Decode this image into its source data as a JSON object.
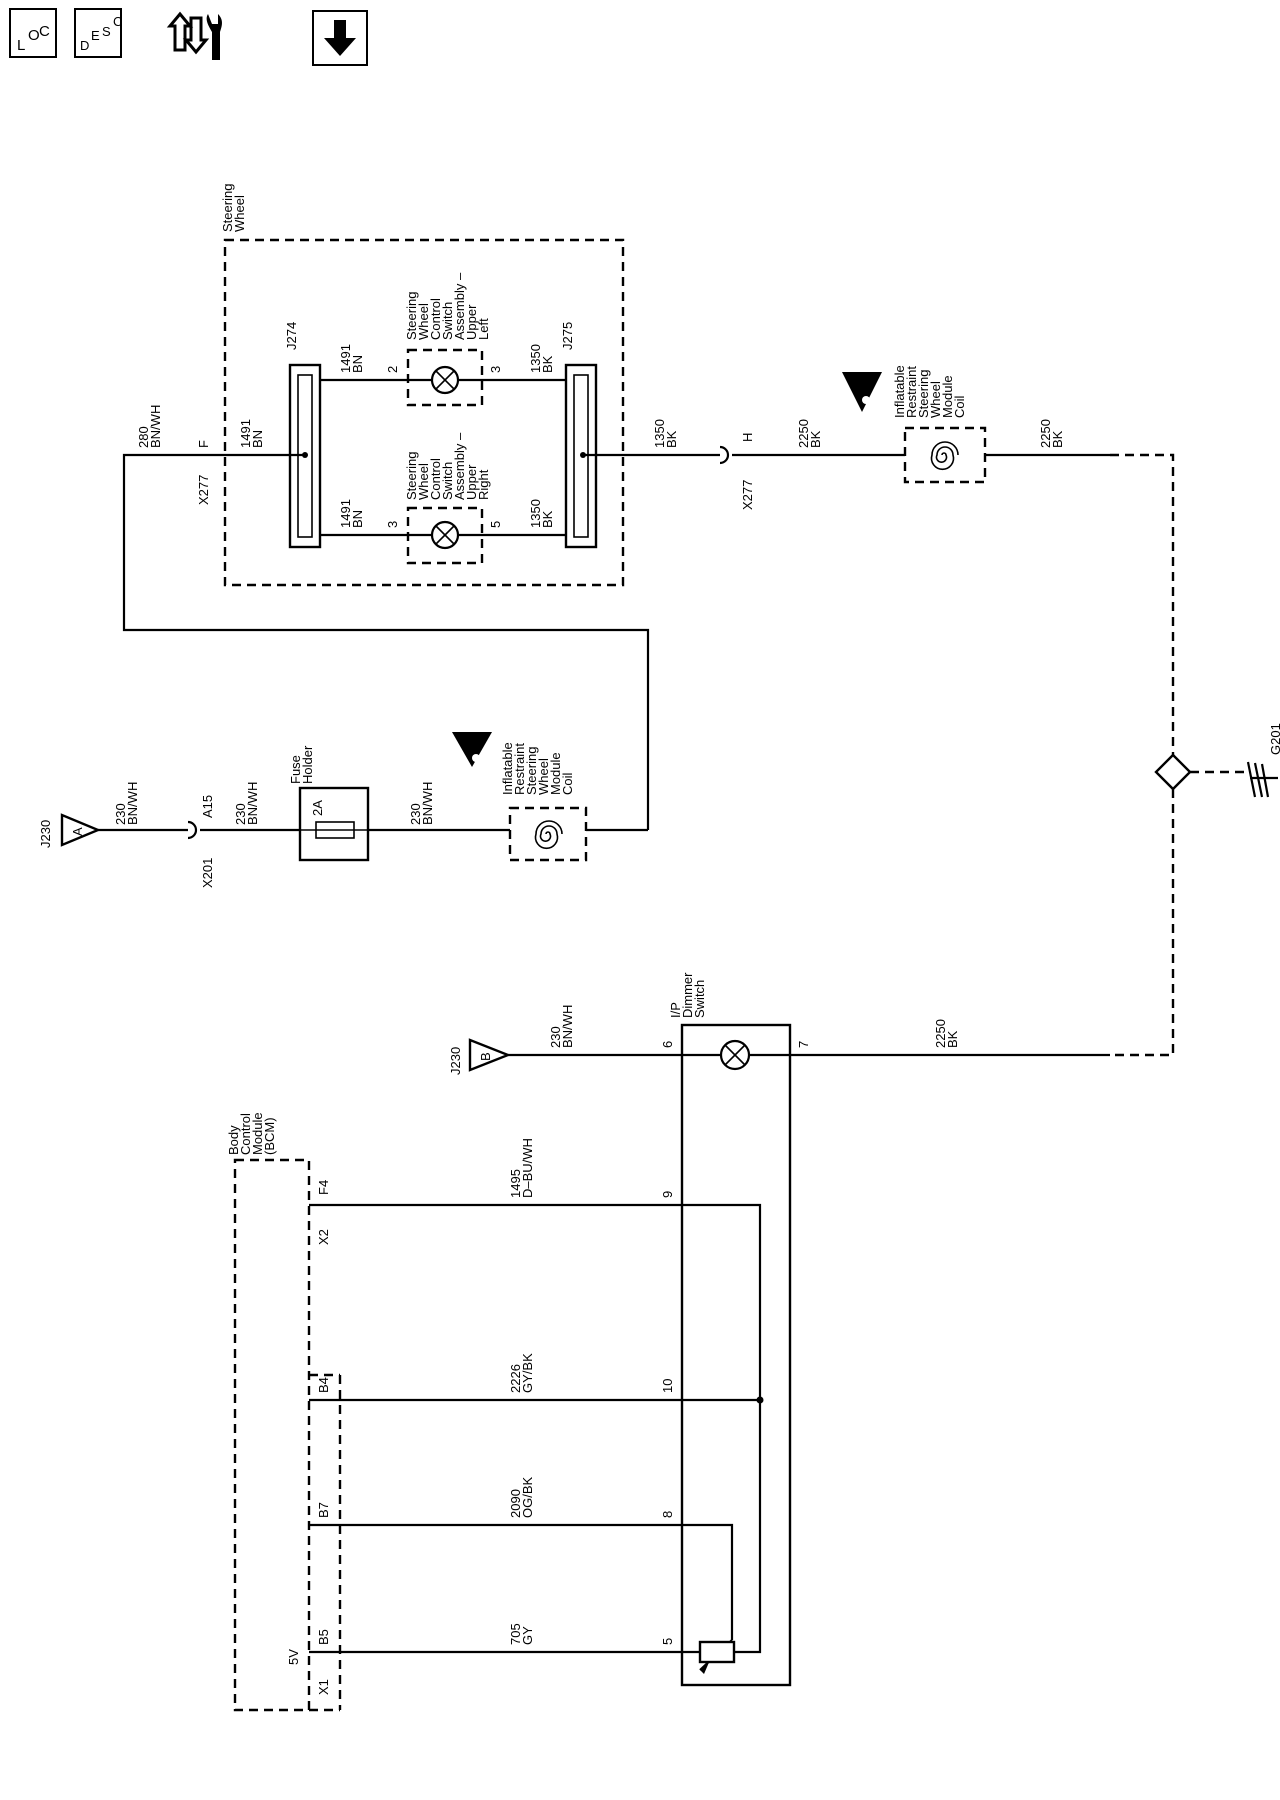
{
  "toolbar": {
    "loc_label": "LOC",
    "desc_label": "DESC",
    "connector_button_icon": "connector-wrench-icon",
    "down_button_icon": "down-arrow-icon"
  },
  "labels": {
    "j230": "J230",
    "plug_a": "A",
    "plug_b": "B",
    "x201": "X201",
    "a15": "A15",
    "w230_left": "230\nBN/WH",
    "w230_mid": "230\nBN/WH",
    "w230_coil": "230\nBN/WH",
    "fuse_holder": "Fuse\nHolder",
    "fuse_2a": "2A",
    "coil_name": "Inflatable\nRestraint\nSteering\nWheel\nModule\nCoil",
    "steering_wheel": "Steering\nWheel",
    "x277": "X277",
    "pin_f": "F",
    "w280": "280\nBN/WH",
    "w1491": "1491\nBN",
    "j274": "J274",
    "j275": "J275",
    "sw_upper_left": "Steering\nWheel\nControl\nSwitch\nAssembly –\nUpper\nLeft",
    "sw_upper_right": "Steering\nWheel\nControl\nSwitch\nAssembly –\nUpper\nRight",
    "pin_2": "2",
    "pin_3": "3",
    "pin_5": "5",
    "w1350": "1350\nBK",
    "pin_h": "H",
    "w2250": "2250\nBK",
    "g201": "G201",
    "bcm": "Body\nControl\nModule\n(BCM)",
    "dimmer": "I/P\nDimmer\nSwitch",
    "pin_6": "6",
    "pin_7": "7",
    "pin_9": "9",
    "pin_10": "10",
    "pin_8": "8",
    "x2": "X2",
    "x1": "X1",
    "f4": "F4",
    "b4": "B4",
    "b7": "B7",
    "b5": "B5",
    "fivev": "5V",
    "w1495": "1495\nD–BU/WH",
    "w2226": "2226\nGY/BK",
    "w2090": "2090\nOG/BK",
    "w705": "705\nGY"
  }
}
